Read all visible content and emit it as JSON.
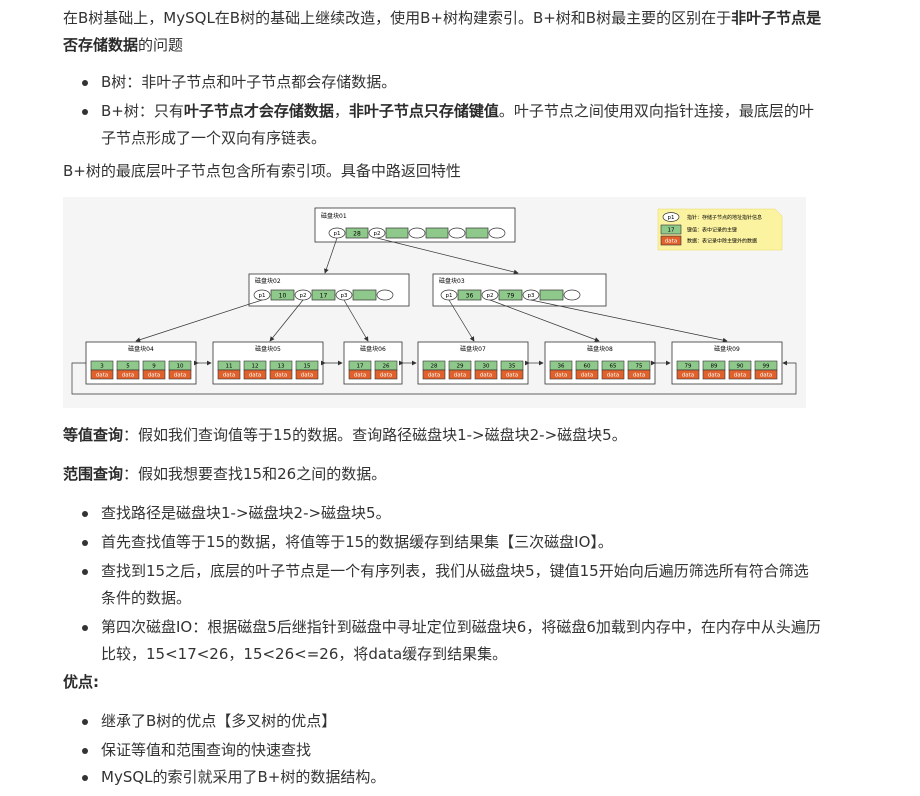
{
  "intro": {
    "text_before": "在B树基础上，MySQL在B树的基础上继续改造，使用B+树构建索引。B+树和B树最主要的区别在于",
    "bold": "非叶子节点是否存储数据",
    "text_after": "的问题"
  },
  "compare_list": [
    {
      "text": "B树：非叶子节点和叶子节点都会存储数据。"
    },
    {
      "prefix": "B+树：只有",
      "bold1": "叶子节点才会存储数据",
      "middle": "，",
      "bold2": "非叶子节点只存储键值",
      "suffix": "。叶子节点之间使用双向指针连接，最底层的叶子节点形成了一个双向有序链表。"
    }
  ],
  "summary": "B+树的最底层叶子节点包含所有索引项。具备中路返回特性",
  "diagram": {
    "root": {
      "title": "磁盘块01",
      "p1": "p1",
      "key": "28",
      "p2": "p2"
    },
    "mid_left": {
      "title": "磁盘块02",
      "p1": "p1",
      "key1": "10",
      "p2": "p2",
      "key2": "17",
      "p3": "p3"
    },
    "mid_right": {
      "title": "磁盘块03",
      "p1": "p1",
      "key1": "36",
      "p2": "p2",
      "key2": "79",
      "p3": "p3"
    },
    "leaves": [
      {
        "title": "磁盘块04",
        "keys": [
          "3",
          "5",
          "9",
          "10"
        ]
      },
      {
        "title": "磁盘块05",
        "keys": [
          "11",
          "12",
          "13",
          "15"
        ]
      },
      {
        "title": "磁盘块06",
        "keys": [
          "17",
          "26"
        ]
      },
      {
        "title": "磁盘块07",
        "keys": [
          "28",
          "29",
          "30",
          "35"
        ]
      },
      {
        "title": "磁盘块08",
        "keys": [
          "36",
          "60",
          "65",
          "75"
        ]
      },
      {
        "title": "磁盘块09",
        "keys": [
          "79",
          "89",
          "90",
          "99"
        ]
      }
    ],
    "data_label": "data",
    "legend": {
      "pointer_symbol": "p1",
      "pointer_desc": "指针：存储子节点的地址指针信息",
      "key_symbol": "17",
      "key_desc": "键值：表中记录的主键",
      "data_symbol": "data",
      "data_desc": "数据：表记录中除主键外的数据"
    },
    "colors": {
      "key_fill": "#8ec98b",
      "data_fill": "#e0612b",
      "legend_fill": "#fcf3a0"
    }
  },
  "equal_query": {
    "label": "等值查询",
    "text": "：假如我们查询值等于15的数据。查询路径磁盘块1->磁盘块2->磁盘块5。"
  },
  "range_query": {
    "label": "范围查询",
    "text": "：假如我想要查找15和26之间的数据。"
  },
  "range_list": [
    "查找路径是磁盘块1->磁盘块2->磁盘块5。",
    "首先查找值等于15的数据，将值等于15的数据缓存到结果集【三次磁盘IO】。",
    "查找到15之后，底层的叶子节点是一个有序列表，我们从磁盘块5，键值15开始向后遍历筛选所有符合筛选条件的数据。",
    "第四次磁盘IO：根据磁盘5后继指针到磁盘中寻址定位到磁盘块6，将磁盘6加载到内存中，在内存中从头遍历比较，15<17<26，15<26<=26，将data缓存到结果集。"
  ],
  "advantages": {
    "label": "优点:"
  },
  "advantage_list": [
    "继承了B树的优点【多叉树的优点】",
    "保证等值和范围查询的快速查找",
    "MySQL的索引就采用了B+树的数据结构。"
  ]
}
